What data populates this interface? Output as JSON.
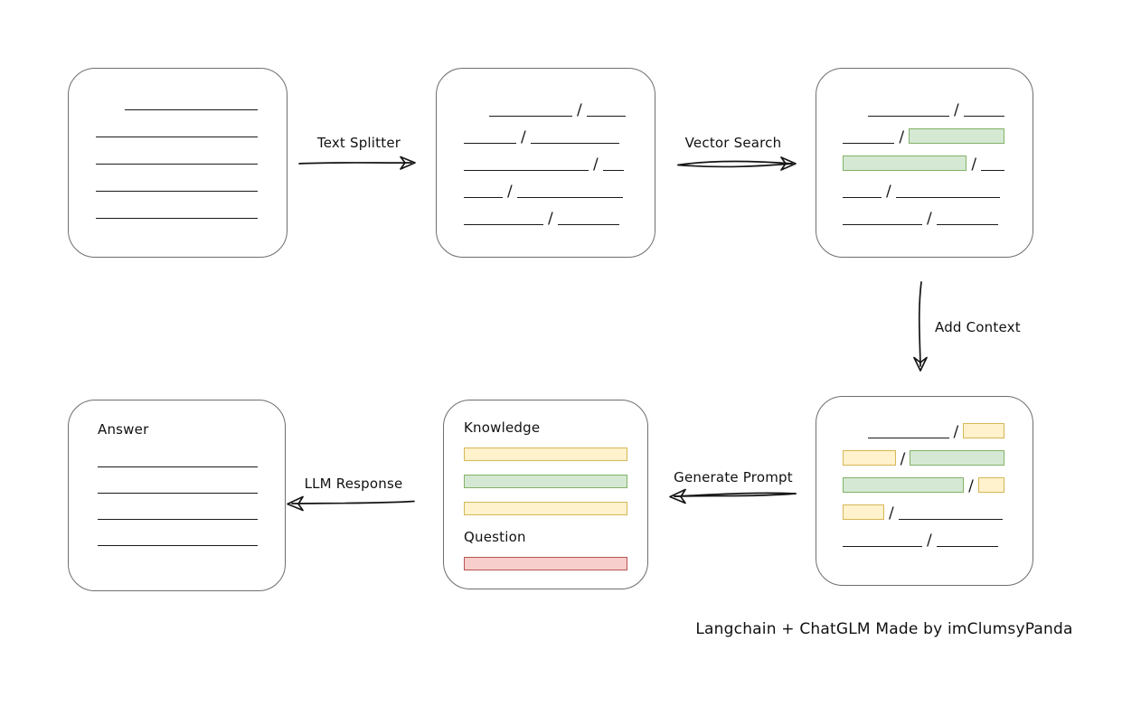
{
  "caption": "Langchain + ChatGLM Made by imClumsyPanda",
  "labels": {
    "text_splitter": "Text Splitter",
    "vector_search": "Vector Search",
    "add_context": "Add Context",
    "generate_prompt": "Generate Prompt",
    "llm_response": "LLM Response"
  },
  "colors": {
    "line": "#1a1a1a",
    "box_border": "#6e6e6e",
    "green_fill": "#d5e8d4",
    "green_border": "#82b366",
    "yellow_fill": "#fff2cc",
    "yellow_border": "#d6b656",
    "red_fill": "#f8cecc",
    "red_border": "#b85450"
  },
  "boxes": {
    "source_document": {
      "rows": [
        [
          {
            "t": "line",
            "w": 148,
            "indent": 32
          }
        ],
        [
          {
            "t": "line",
            "w": 180
          }
        ],
        [
          {
            "t": "line",
            "w": 180
          }
        ],
        [
          {
            "t": "line",
            "w": 180
          }
        ],
        [
          {
            "t": "line",
            "w": 180
          }
        ]
      ]
    },
    "split_document": {
      "rows": [
        [
          {
            "t": "line",
            "w": 92,
            "indent": 28
          },
          {
            "t": "slash"
          },
          {
            "t": "line",
            "w": 43
          }
        ],
        [
          {
            "t": "line",
            "w": 58
          },
          {
            "t": "slash"
          },
          {
            "t": "line",
            "w": 98
          }
        ],
        [
          {
            "t": "line",
            "w": 138
          },
          {
            "t": "slash"
          },
          {
            "t": "line",
            "w": 23
          }
        ],
        [
          {
            "t": "line",
            "w": 43
          },
          {
            "t": "slash"
          },
          {
            "t": "line",
            "w": 117
          }
        ],
        [
          {
            "t": "line",
            "w": 88
          },
          {
            "t": "slash"
          },
          {
            "t": "line",
            "w": 68
          }
        ]
      ]
    },
    "matched_document": {
      "rows": [
        [
          {
            "t": "line",
            "w": 90,
            "indent": 28
          },
          {
            "t": "slash"
          },
          {
            "t": "line",
            "w": 45
          }
        ],
        [
          {
            "t": "line",
            "w": 58
          },
          {
            "t": "slash"
          },
          {
            "t": "green",
            "w": 107
          }
        ],
        [
          {
            "t": "green",
            "w": 138
          },
          {
            "t": "slash"
          },
          {
            "t": "line",
            "w": 26
          }
        ],
        [
          {
            "t": "line",
            "w": 43
          },
          {
            "t": "slash"
          },
          {
            "t": "line",
            "w": 115
          }
        ],
        [
          {
            "t": "line",
            "w": 88
          },
          {
            "t": "slash"
          },
          {
            "t": "line",
            "w": 68
          }
        ]
      ]
    },
    "context_document": {
      "rows": [
        [
          {
            "t": "line",
            "w": 92,
            "indent": 28
          },
          {
            "t": "slash"
          },
          {
            "t": "yellow",
            "w": 47
          }
        ],
        [
          {
            "t": "yellow",
            "w": 60
          },
          {
            "t": "slash"
          },
          {
            "t": "green",
            "w": 107
          }
        ],
        [
          {
            "t": "green",
            "w": 138
          },
          {
            "t": "slash"
          },
          {
            "t": "yellow",
            "w": 30
          }
        ],
        [
          {
            "t": "yellow",
            "w": 46
          },
          {
            "t": "slash"
          },
          {
            "t": "line",
            "w": 115
          }
        ],
        [
          {
            "t": "line",
            "w": 88
          },
          {
            "t": "slash"
          },
          {
            "t": "line",
            "w": 68
          }
        ]
      ]
    },
    "prompt": {
      "knowledge_label": "Knowledge",
      "question_label": "Question",
      "knowledge_bars": [
        "yellow",
        "green",
        "yellow"
      ],
      "question_bars": [
        "red"
      ]
    },
    "answer": {
      "label": "Answer",
      "rows": [
        [
          {
            "t": "line",
            "w": 178
          }
        ],
        [
          {
            "t": "line",
            "w": 178
          }
        ],
        [
          {
            "t": "line",
            "w": 178
          }
        ],
        [
          {
            "t": "line",
            "w": 178
          }
        ]
      ]
    }
  }
}
